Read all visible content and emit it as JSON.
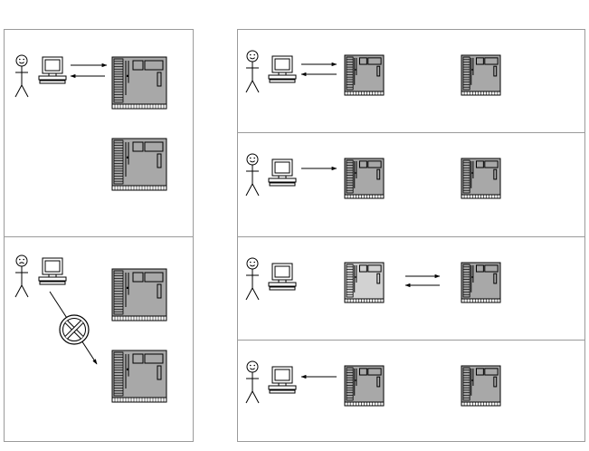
{
  "left_panel": {
    "top_scenario": {
      "user_mood": "happy",
      "connection": "bidirectional",
      "server_count": 2,
      "server_shade": "#a8a8a8"
    },
    "bottom_scenario": {
      "user_mood": "sad",
      "connection": "blocked",
      "blocked_symbol": "no-entry-icon",
      "server_count": 2,
      "server_shade": "#a8a8a8"
    }
  },
  "right_panel": {
    "rows": [
      {
        "user_mood": "happy",
        "connection": "bidirectional-user-to-primary",
        "primary_shade": "#a8a8a8",
        "replica_shade": "#a8a8a8"
      },
      {
        "user_mood": "happy",
        "connection": "user-to-primary",
        "primary_shade": "#a8a8a8",
        "replica_shade": "#a8a8a8"
      },
      {
        "user_mood": "happy",
        "connection": "primary-replica-bidirectional",
        "primary_shade": "#d2d2d2",
        "replica_shade": "#a8a8a8"
      },
      {
        "user_mood": "happy",
        "connection": "primary-to-user",
        "primary_shade": "#a8a8a8",
        "replica_shade": "#a8a8a8"
      }
    ]
  },
  "colors": {
    "stroke": "#000000",
    "panel_border": "#9a9a9a",
    "server_dark": "#a8a8a8",
    "server_light": "#d2d2d2",
    "screen": "#ffffff"
  }
}
